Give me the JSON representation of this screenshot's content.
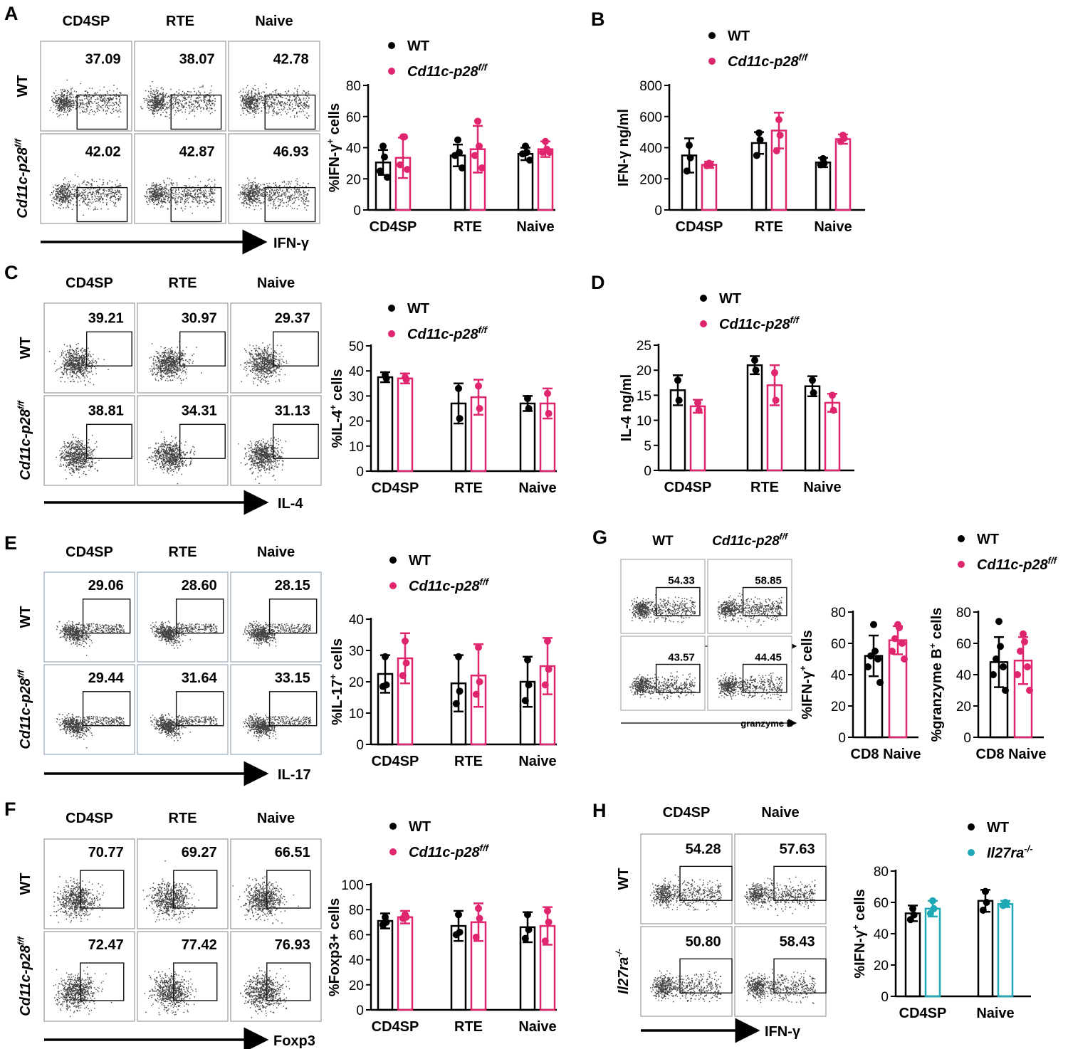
{
  "colors": {
    "wt": "#000000",
    "ko": "#e0256f",
    "il27": "#1fa8b5",
    "dot": "#222222"
  },
  "panel_letters": [
    "A",
    "B",
    "C",
    "D",
    "E",
    "F",
    "G",
    "H"
  ],
  "legend_sets": {
    "p28": {
      "wt": "WT",
      "ko": "Cd11c-p28",
      "ko_sup": "f/f"
    },
    "il27": {
      "wt": "WT",
      "ko": "Il27ra",
      "ko_sup": "-/-"
    }
  },
  "flow_panels": [
    {
      "id": "A",
      "cols": [
        "CD4SP",
        "RTE",
        "Naive"
      ],
      "rows": [
        {
          "label": "WT"
        },
        {
          "label": "Cd11c-p28",
          "sup": "f/f"
        }
      ],
      "values": [
        [
          "37.09",
          "38.07",
          "42.78"
        ],
        [
          "42.02",
          "42.87",
          "46.93"
        ]
      ],
      "axis": "IFN-γ",
      "blob": "broad"
    },
    {
      "id": "C",
      "cols": [
        "CD4SP",
        "RTE",
        "Naive"
      ],
      "rows": [
        {
          "label": "WT"
        },
        {
          "label": "Cd11c-p28",
          "sup": "f/f"
        }
      ],
      "values": [
        [
          "39.21",
          "30.97",
          "29.37"
        ],
        [
          "38.81",
          "34.31",
          "31.13"
        ]
      ],
      "axis": "IL-4",
      "blob": "round"
    },
    {
      "id": "E",
      "cols": [
        "CD4SP",
        "RTE",
        "Naive"
      ],
      "rows": [
        {
          "label": "WT"
        },
        {
          "label": "Cd11c-p28",
          "sup": "f/f"
        }
      ],
      "values": [
        [
          "29.06",
          "28.60",
          "28.15"
        ],
        [
          "29.44",
          "31.64",
          "33.15"
        ]
      ],
      "axis": "IL-17",
      "blob": "comet"
    },
    {
      "id": "F",
      "cols": [
        "CD4SP",
        "RTE",
        "Naive"
      ],
      "rows": [
        {
          "label": "WT"
        },
        {
          "label": "Cd11c-p28",
          "sup": "f/f"
        }
      ],
      "values": [
        [
          "70.77",
          "69.27",
          "66.51"
        ],
        [
          "72.47",
          "77.42",
          "76.93"
        ]
      ],
      "axis": "Foxp3",
      "blob": "dense"
    },
    {
      "id": "G",
      "cols": [
        "WT",
        {
          "label": "Cd11c-p28",
          "sup": "f/f"
        }
      ],
      "rows": [
        {
          "label": ""
        },
        {
          "label": ""
        }
      ],
      "values": [
        [
          "54.33",
          "58.85"
        ],
        [
          "43.57",
          "44.45"
        ]
      ],
      "axis_rows": [
        "IFN-γ",
        "granzyme B"
      ],
      "blob": "broad"
    },
    {
      "id": "H",
      "cols": [
        "CD4SP",
        "Naive"
      ],
      "rows": [
        {
          "label": "WT"
        },
        {
          "label": "Il27ra",
          "sup": "-/-"
        }
      ],
      "values": [
        [
          "54.28",
          "57.63"
        ],
        [
          "50.80",
          "58.43"
        ]
      ],
      "axis": "IFN-γ",
      "blob": "broad"
    }
  ],
  "chart_data": [
    {
      "id": "A-bar",
      "type": "bar",
      "legend": "p28",
      "categories": [
        "CD4SP",
        "RTE",
        "Naive"
      ],
      "ylabel": "%IFN-γ",
      "ylabel_sup": "+",
      "ylabel_tail": " cells",
      "ylim": [
        0,
        80
      ],
      "yticks": [
        0,
        20,
        40,
        60,
        80
      ],
      "series": [
        {
          "name": "WT",
          "values": [
            30.5,
            35,
            36
          ],
          "sd": [
            8,
            7,
            4
          ],
          "points": [
            [
              41,
              34,
              25,
              21
            ],
            [
              45,
              37,
              35,
              27
            ],
            [
              41,
              37,
              36,
              32
            ]
          ]
        },
        {
          "name": "Cd11c-p28",
          "name_sup": "f/f",
          "values": [
            33.5,
            39,
            39
          ],
          "sd": [
            13,
            15,
            5
          ],
          "points": [
            [
              47,
              47,
              29,
              26
            ],
            [
              57,
              41,
              35,
              27
            ],
            [
              44,
              39,
              37,
              37
            ]
          ]
        }
      ]
    },
    {
      "id": "B-bar",
      "type": "bar",
      "legend": "p28",
      "categories": [
        "CD4SP",
        "RTE",
        "Naive"
      ],
      "ylabel": "IFN-γ ng/ml",
      "ylim": [
        0,
        800
      ],
      "yticks": [
        0,
        200,
        400,
        600,
        800
      ],
      "series": [
        {
          "name": "WT",
          "values": [
            350,
            430,
            305
          ],
          "sd": [
            110,
            70,
            30
          ],
          "points": [
            [
              415,
              335,
              250
            ],
            [
              495,
              450,
              350
            ],
            [
              330,
              300,
              290
            ]
          ]
        },
        {
          "name": "Cd11c-p28",
          "name_sup": "f/f",
          "values": [
            290,
            510,
            455
          ],
          "sd": [
            20,
            115,
            30
          ],
          "points": [
            [
              300,
              290,
              285
            ],
            [
              580,
              480,
              380
            ],
            [
              480,
              460,
              440
            ]
          ]
        }
      ]
    },
    {
      "id": "C-bar",
      "type": "bar",
      "legend": "p28",
      "categories": [
        "CD4SP",
        "RTE",
        "Naive"
      ],
      "ylabel": "%IL-4",
      "ylabel_sup": "+",
      "ylabel_tail": " cells",
      "ylim": [
        0,
        50
      ],
      "yticks": [
        0,
        10,
        20,
        30,
        40,
        50
      ],
      "series": [
        {
          "name": "WT",
          "values": [
            37.5,
            27,
            27
          ],
          "sd": [
            2,
            8,
            3
          ],
          "points": [
            [
              38.5,
              37
            ],
            [
              33,
              21
            ],
            [
              29,
              25
            ]
          ]
        },
        {
          "name": "Cd11c-p28",
          "name_sup": "f/f",
          "values": [
            37,
            29.5,
            27
          ],
          "sd": [
            2,
            7,
            6
          ],
          "points": [
            [
              37.5,
              36.5
            ],
            [
              34,
              25
            ],
            [
              31,
              23
            ]
          ]
        }
      ]
    },
    {
      "id": "D-bar",
      "type": "bar",
      "legend": "p28",
      "categories": [
        "CD4SP",
        "RTE",
        "Naive"
      ],
      "ylabel": "IL-4 ng/ml",
      "ylim": [
        0,
        25
      ],
      "yticks": [
        0,
        5,
        10,
        15,
        20,
        25
      ],
      "series": [
        {
          "name": "WT",
          "values": [
            16,
            21,
            16.8
          ],
          "sd": [
            3,
            1.8,
            2
          ],
          "points": [
            [
              18,
              14
            ],
            [
              22,
              20
            ],
            [
              18,
              15.5
            ]
          ]
        },
        {
          "name": "Cd11c-p28",
          "name_sup": "f/f",
          "values": [
            12.8,
            17,
            13.5
          ],
          "sd": [
            1.3,
            4,
            1.8
          ],
          "points": [
            [
              13.5,
              12
            ],
            [
              19.5,
              14
            ],
            [
              15,
              12
            ]
          ]
        }
      ]
    },
    {
      "id": "E-bar",
      "type": "bar",
      "legend": "p28",
      "categories": [
        "CD4SP",
        "RTE",
        "Naive"
      ],
      "ylabel": "%IL-17",
      "ylabel_sup": "+",
      "ylabel_tail": " cells",
      "ylim": [
        0,
        40
      ],
      "yticks": [
        0,
        10,
        20,
        30,
        40
      ],
      "series": [
        {
          "name": "WT",
          "values": [
            22.5,
            19.5,
            20
          ],
          "sd": [
            6,
            9,
            8
          ],
          "points": [
            [
              28,
              19,
              18.5
            ],
            [
              28,
              17,
              13
            ],
            [
              27,
              19,
              14
            ]
          ]
        },
        {
          "name": "Cd11c-p28",
          "name_sup": "f/f",
          "values": [
            27.5,
            22,
            25
          ],
          "sd": [
            8,
            10,
            9
          ],
          "points": [
            [
              33,
              26,
              22
            ],
            [
              31,
              20,
              16
            ],
            [
              33,
              24,
              19
            ]
          ]
        }
      ]
    },
    {
      "id": "F-bar",
      "type": "bar",
      "legend": "p28",
      "categories": [
        "CD4SP",
        "RTE",
        "Naive"
      ],
      "ylabel": "%Foxp3",
      "ylabel_sup": "",
      "ylabel_tail": "+ cells",
      "ylim": [
        0,
        100
      ],
      "yticks": [
        0,
        20,
        40,
        60,
        80,
        100
      ],
      "series": [
        {
          "name": "WT",
          "values": [
            71,
            67,
            66
          ],
          "sd": [
            6,
            12,
            12
          ],
          "points": [
            [
              74,
              70,
              68
            ],
            [
              76,
              62,
              60
            ],
            [
              76,
              64,
              57
            ]
          ]
        },
        {
          "name": "Cd11c-p28",
          "name_sup": "f/f",
          "values": [
            74,
            70,
            67
          ],
          "sd": [
            5,
            15,
            15
          ],
          "points": [
            [
              76,
              74,
              73
            ],
            [
              81,
              73,
              58
            ],
            [
              79,
              70,
              55
            ]
          ]
        }
      ]
    },
    {
      "id": "G-bar1",
      "type": "bar",
      "legend": "none",
      "categories": [
        "CD8 Naive"
      ],
      "ylabel": "%IFN-γ",
      "ylabel_sup": "+",
      "ylabel_tail": " cells",
      "ylim": [
        0,
        80
      ],
      "yticks": [
        0,
        20,
        40,
        60,
        80
      ],
      "series": [
        {
          "name": "WT",
          "values": [
            52
          ],
          "sd": [
            13
          ],
          "points": [
            [
              72,
              55,
              52,
              50,
              45,
              35
            ]
          ]
        },
        {
          "name": "Cd11c-p28",
          "name_sup": "f/f",
          "values": [
            62
          ],
          "sd": [
            9
          ],
          "points": [
            [
              72,
              70,
              63,
              60,
              55,
              50
            ]
          ]
        }
      ]
    },
    {
      "id": "G-bar2",
      "type": "bar",
      "legend": "p28",
      "categories": [
        "CD8 Naive"
      ],
      "ylabel": "%granzyme B",
      "ylabel_sup": "+",
      "ylabel_tail": " cells",
      "ylim": [
        0,
        80
      ],
      "yticks": [
        0,
        20,
        40,
        60,
        80
      ],
      "series": [
        {
          "name": "WT",
          "values": [
            48
          ],
          "sd": [
            16
          ],
          "points": [
            [
              74,
              58,
              50,
              45,
              40,
              30
            ]
          ]
        },
        {
          "name": "Cd11c-p28",
          "name_sup": "f/f",
          "values": [
            49
          ],
          "sd": [
            15
          ],
          "points": [
            [
              66,
              61,
              55,
              45,
              40,
              30
            ]
          ]
        }
      ]
    },
    {
      "id": "H-bar",
      "type": "bar",
      "legend": "il27",
      "categories": [
        "CD4SP",
        "Naive"
      ],
      "ylabel": "%IFN-γ",
      "ylabel_sup": "+",
      "ylabel_tail": " cells",
      "ylim": [
        0,
        80
      ],
      "yticks": [
        0,
        20,
        40,
        60,
        80
      ],
      "series": [
        {
          "name": "WT",
          "values": [
            53,
            61
          ],
          "sd": [
            5,
            7
          ],
          "points": [
            [
              56,
              52,
              49
            ],
            [
              67,
              60,
              55
            ]
          ]
        },
        {
          "name": "Il27ra",
          "name_sup": "-/-",
          "values": [
            56,
            59
          ],
          "sd": [
            5,
            2
          ],
          "points": [
            [
              61,
              56,
              53
            ],
            [
              60,
              59,
              58
            ]
          ]
        }
      ]
    }
  ]
}
